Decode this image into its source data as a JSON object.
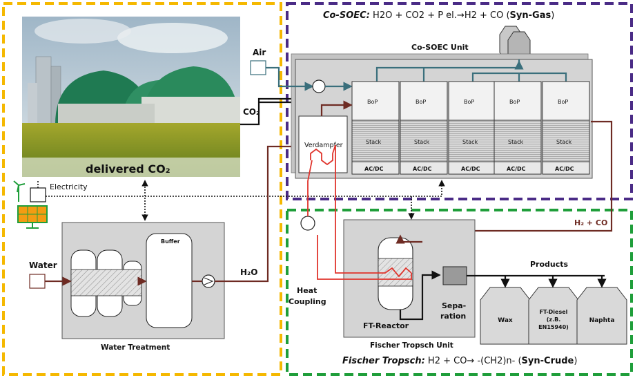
{
  "sections": {
    "co_soec": {
      "title_italic": "Co-SOEC:",
      "title_rest": " H2O + CO2 + P el.→H2 + CO (",
      "title_bold": "Syn-Gas",
      "title_close": ")",
      "unit_label": "Co-SOEC Unit",
      "air_label": "Air",
      "evaporator_label": "Verdampfer",
      "stack_modules": [
        {
          "bop": "BoP",
          "stack": "Stack",
          "acdc": "AC/DC"
        },
        {
          "bop": "BoP",
          "stack": "Stack",
          "acdc": "AC/DC"
        },
        {
          "bop": "BoP",
          "stack": "Stack",
          "acdc": "AC/DC"
        },
        {
          "bop": "BoP",
          "stack": "Stack",
          "acdc": "AC/DC"
        },
        {
          "bop": "BoP",
          "stack": "Stack",
          "acdc": "AC/DC"
        }
      ]
    },
    "fischer_tropsch": {
      "title_italic": "Fischer Tropsch:",
      "title_rest": " H2 + CO→ -(CH2)n- (",
      "title_bold": "Syn-Crude",
      "title_close": ")",
      "unit_label": "Fischer Tropsch Unit",
      "reactor_label": "FT-Reactor",
      "separation_line1": "Sepa-",
      "separation_line2": "ration",
      "h2co_label": "H₂ + CO",
      "heat_coupling_line1": "Heat",
      "heat_coupling_line2": "Coupling",
      "products_label": "Products",
      "products": [
        {
          "lines": [
            "Wax"
          ]
        },
        {
          "lines": [
            "FT-Diesel",
            "(z.B.",
            "EN15940)"
          ]
        },
        {
          "lines": [
            "Naphta"
          ]
        }
      ]
    },
    "biogas": {
      "photo_caption": "delivered CO₂",
      "co2_label": "CO₂",
      "electricity_label": "Electricity"
    },
    "water_treatment": {
      "water_label": "Water",
      "buffer_label": "Buffer",
      "unit_label": "Water Treatment",
      "h2o_label": "H₂O"
    }
  },
  "colors": {
    "yellow_border": "#f5b800",
    "purple_border": "#4a2b86",
    "green_border": "#1f9e3a",
    "teal_flow": "#3a6f7c",
    "brown_flow": "#6e2b23",
    "red_flow": "#e0342c",
    "unit_gray": "#d4d4d4"
  }
}
